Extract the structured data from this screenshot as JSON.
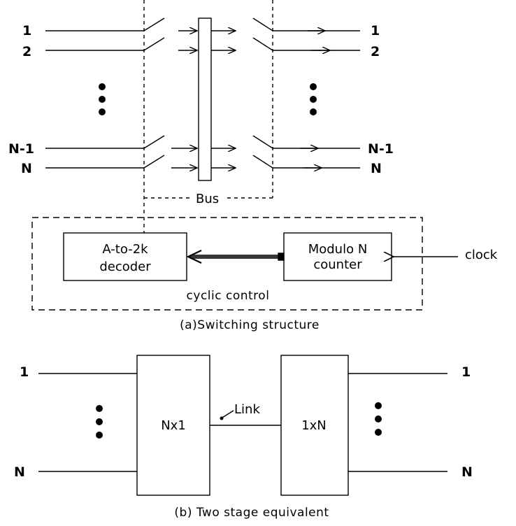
{
  "part_a": {
    "inputs": [
      "1",
      "2",
      "N-1",
      "N"
    ],
    "outputs": [
      "1",
      "2",
      "N-1",
      "N"
    ],
    "bus_label": "Bus",
    "decoder_line1": "A-to-2k",
    "decoder_line2": "decoder",
    "counter_line1": "Modulo N",
    "counter_line2": "counter",
    "clock_label": "clock",
    "control_label": "cyclic control",
    "caption": "(a)Switching structure"
  },
  "part_b": {
    "inputs": [
      "1",
      "N"
    ],
    "outputs": [
      "1",
      "N"
    ],
    "stage1_label": "Nx1",
    "stage2_label": "1xN",
    "link_label": "Link",
    "caption": "(b) Two stage equivalent"
  }
}
